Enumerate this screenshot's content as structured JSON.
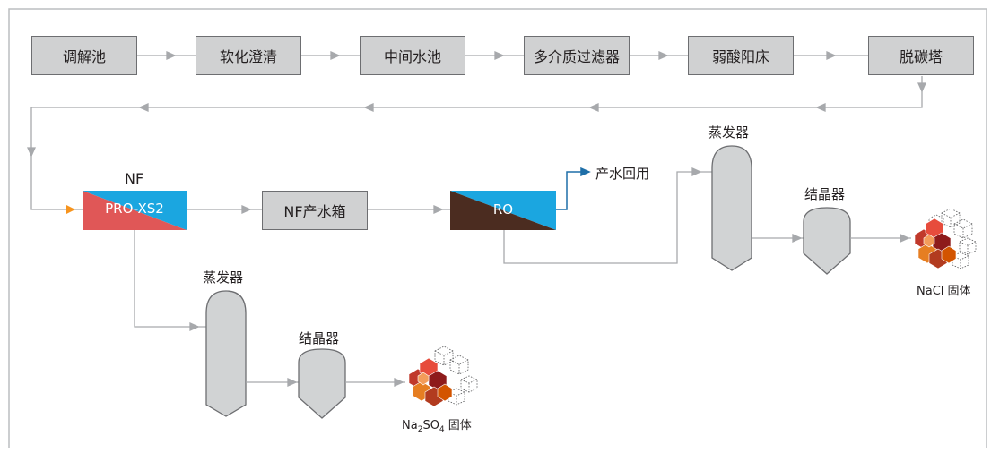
{
  "colors": {
    "frame": "#bcbec0",
    "box_fill": "#d0d1d2",
    "box_border": "#6d6e71",
    "line": "#a7a9ac",
    "arrow_orange": "#f7941d",
    "nf_red": "#e05757",
    "nf_blue": "#1ba6e0",
    "ro_brown": "#4b2c20",
    "ro_blue": "#1ba6e0",
    "ro_product_line": "#1f6fa8",
    "vessel_fill": "#d1d3d4",
    "vessel_border": "#6d6e71"
  },
  "top_row": [
    {
      "label": "调解池"
    },
    {
      "label": "软化澄清"
    },
    {
      "label": "中间水池"
    },
    {
      "label": "多介质过滤器"
    },
    {
      "label": "弱酸阳床"
    },
    {
      "label": "脱碳塔"
    }
  ],
  "nf": {
    "title": "NF",
    "model": "PRO-XS2"
  },
  "nf_tank": {
    "label": "NF产水箱"
  },
  "ro": {
    "label": "RO"
  },
  "product_water": {
    "label": "产水回用"
  },
  "evaporator_1": {
    "label": "蒸发器"
  },
  "crystallizer_1": {
    "label": "结晶器"
  },
  "evaporator_2": {
    "label": "蒸发器"
  },
  "crystallizer_2": {
    "label": "结晶器"
  },
  "nacl_output": {
    "label": "NaCl 固体"
  },
  "na2so4_output": {
    "prefix": "Na",
    "sub1": "2",
    "mid": "SO",
    "sub2": "4",
    "suffix": " 固体"
  }
}
